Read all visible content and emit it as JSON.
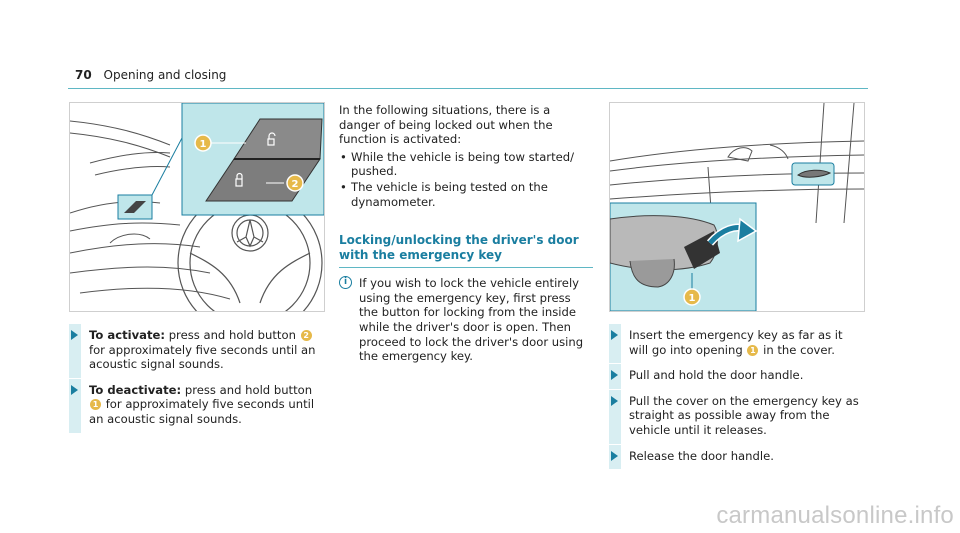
{
  "header": {
    "page_number": "70",
    "section": "Opening and closing"
  },
  "left_column": {
    "steps": [
      {
        "label": "To activate:",
        "text_before": "press and hold button",
        "button_ref": "2",
        "text_after": "for approximately five seconds until an acoustic signal sounds."
      },
      {
        "label": "To deactivate:",
        "text_before": "press and hold button",
        "button_ref": "1",
        "text_after": "for approximately five seconds until an acoustic signal sounds."
      }
    ]
  },
  "middle_column": {
    "intro": "In the following situations, there is a danger of being locked out when the function is activated:",
    "bullets": [
      "While the vehicle is being tow started/ pushed.",
      "The vehicle is being tested on the dynamometer."
    ],
    "heading": "Locking/unlocking the driver's door with the emergency key",
    "note_icon": "i",
    "note": "If you wish to lock the vehicle entirely using the emergency key, first press the button for locking from the inside while the driver's door is open. Then proceed to lock the driver's door using the emergency key."
  },
  "right_column": {
    "steps": [
      {
        "text_before": "Insert the emergency key as far as it will go into opening",
        "ref": "1",
        "text_after": "in the cover."
      },
      {
        "text_before": "Pull and hold the door handle.",
        "ref": "",
        "text_after": ""
      },
      {
        "text_before": "Pull the cover on the emergency key as straight as possible away from the vehicle until it releases.",
        "ref": "",
        "text_after": ""
      },
      {
        "text_before": "Release the door handle.",
        "ref": "",
        "text_after": ""
      }
    ]
  },
  "figures": {
    "left_callouts": [
      "1",
      "2"
    ],
    "right_callouts": [
      "1"
    ]
  },
  "colors": {
    "accent": "#1a7ea0",
    "callout": "#e6b94a",
    "panel": "#d8eef2",
    "highlight": "#bfe6ea"
  },
  "watermark": "carmanualsonline.info"
}
